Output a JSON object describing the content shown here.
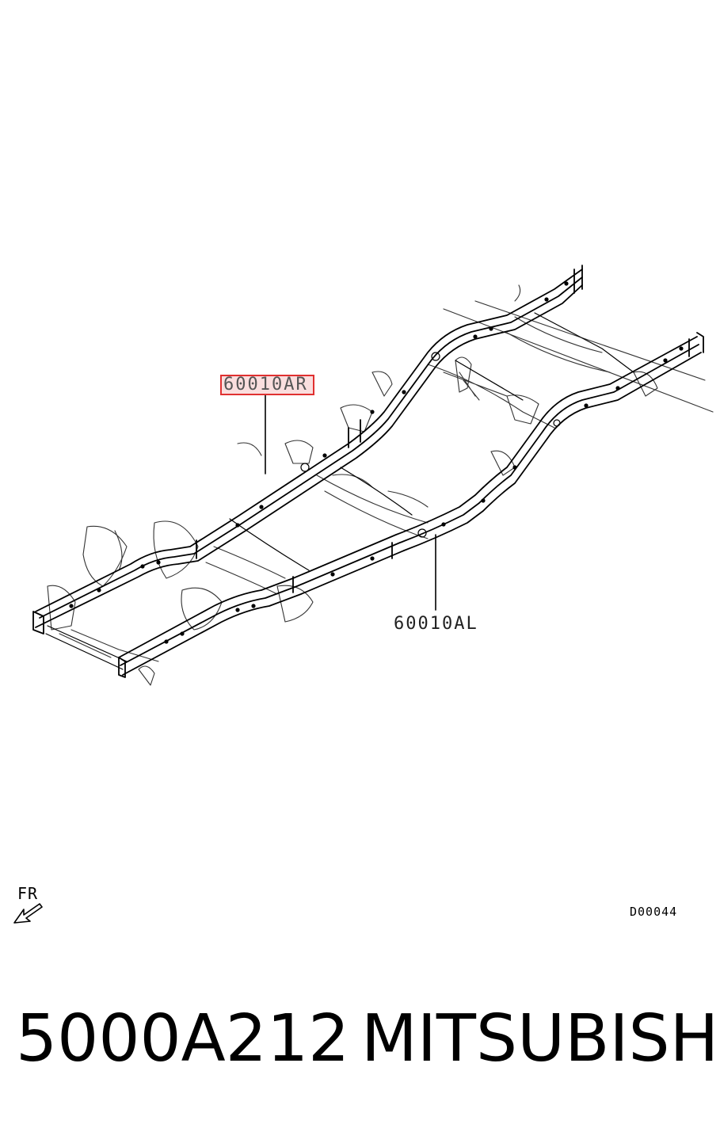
{
  "callouts": {
    "right_frame": "60010AR",
    "left_frame": "60010AL"
  },
  "direction_indicator": {
    "label": "FR",
    "icon": "front-direction-arrow-icon"
  },
  "diagram_code": "D00044",
  "footer": {
    "part_number": "5000A212",
    "brand": "MITSUBISHI"
  },
  "colors": {
    "highlight_border": "#e03030",
    "line": "#000000"
  }
}
